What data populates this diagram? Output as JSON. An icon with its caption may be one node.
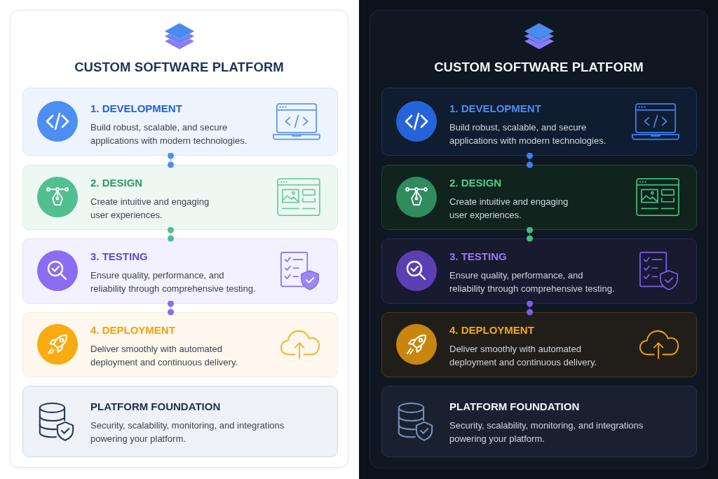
{
  "diagram": {
    "nodes": [
      {
        "text": [
          "CUSTOM SOFTWARE PLATFORM"
        ]
      },
      {
        "text": [
          "1. DEVELOPMENT",
          "Build robust, scalable, and secure applications with modern technologies."
        ],
        "in": 0
      },
      {
        "text": [
          "2. DESIGN",
          "Create intuitive and engaging user experiences."
        ],
        "in": 0
      },
      {
        "text": [
          "3. TESTING",
          "Ensure quality, performance, and reliability through comprehensive testing."
        ],
        "in": 0
      },
      {
        "text": [
          "4. DEPLOYMENT",
          "Deliver smoothly with automated deployment and continuous delivery."
        ],
        "in": 0
      },
      {
        "text": [
          "PLATFORM FOUNDATION",
          "Security, scalability, monitoring, and integrations powering your platform."
        ],
        "in": 0
      },
      {
        "text": [
          "CUSTOM SOFTWARE PLATFORM"
        ]
      },
      {
        "text": [
          "1. DEVELOPMENT",
          "Build robust, scalable, and secure applications with modern technologies."
        ],
        "in": 6
      },
      {
        "text": [
          "2. DESIGN",
          "Create intuitive and engaging user experiences."
        ],
        "in": 6
      },
      {
        "text": [
          "3. TESTING",
          "Ensure quality, performance, and reliability through comprehensive testing."
        ],
        "in": 6
      },
      {
        "text": [
          "4. DEPLOYMENT",
          "Deliver smoothly with automated deployment and continuous delivery."
        ],
        "in": 6
      },
      {
        "text": [
          "PLATFORM FOUNDATION",
          "Security, scalability, monitoring, and integrations powering your platform."
        ],
        "in": 6
      }
    ],
    "edges": [
      {
        "from": 1,
        "to": 2,
        "arrow": "other",
        "color": "#4d8ef2"
      },
      {
        "from": 2,
        "to": 3,
        "arrow": "other",
        "color": "#52bf90"
      },
      {
        "from": 3,
        "to": 4,
        "arrow": "other",
        "color": "#8a6df0"
      },
      {
        "from": 7,
        "to": 8,
        "arrow": "other",
        "color": "#3b82f6"
      },
      {
        "from": 8,
        "to": 9,
        "arrow": "other",
        "color": "#3fbf7f"
      },
      {
        "from": 9,
        "to": 10,
        "arrow": "other",
        "color": "#7a5ee8"
      }
    ]
  }
}
